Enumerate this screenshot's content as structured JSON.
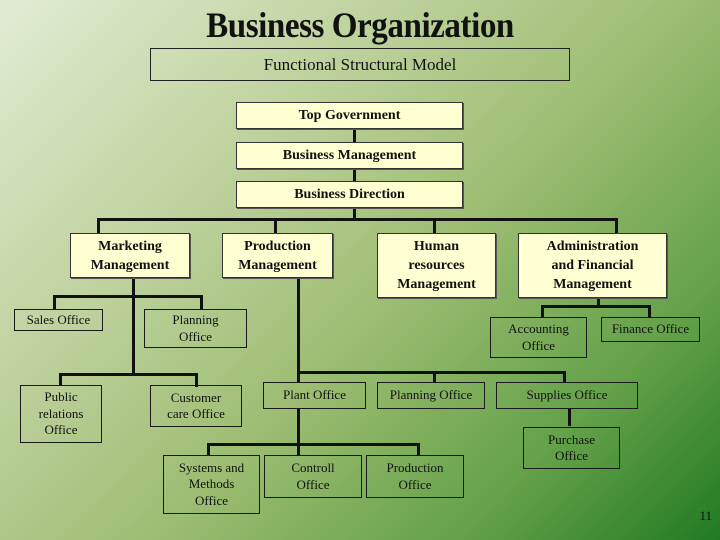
{
  "title": "Business Organization",
  "subtitle": "Functional Structural Model",
  "page_number": "11",
  "colors": {
    "box_fill": "#ffffd2",
    "line": "#111111",
    "bg_light": "#e2ecd4",
    "bg_dark": "#217a22"
  },
  "hierarchy": {
    "top_government": "Top Government",
    "business_management": "Business Management",
    "business_direction": "Business Direction"
  },
  "departments": {
    "marketing": {
      "label": "Marketing\nManagement",
      "offices": {
        "sales": "Sales Office",
        "planning": "Planning\nOffice",
        "public_relations": "Public\nrelations\nOffice",
        "customer_care": "Customer\ncare Office"
      }
    },
    "production": {
      "label": "Production\nManagement",
      "offices": {
        "plant": "Plant Office",
        "planning": "Planning Office",
        "supplies": "Supplies Office",
        "systems_methods": "Systems and\nMethods\nOffice",
        "controll": "Controll\nOffice",
        "production": "Production\nOffice",
        "purchase": "Purchase\nOffice"
      }
    },
    "human_resources": {
      "label": "Human\nresources\nManagement"
    },
    "administration": {
      "label": "Administration\nand Financial\nManagement",
      "offices": {
        "accounting": "Accounting\nOffice",
        "finance": "Finance Office"
      }
    }
  }
}
